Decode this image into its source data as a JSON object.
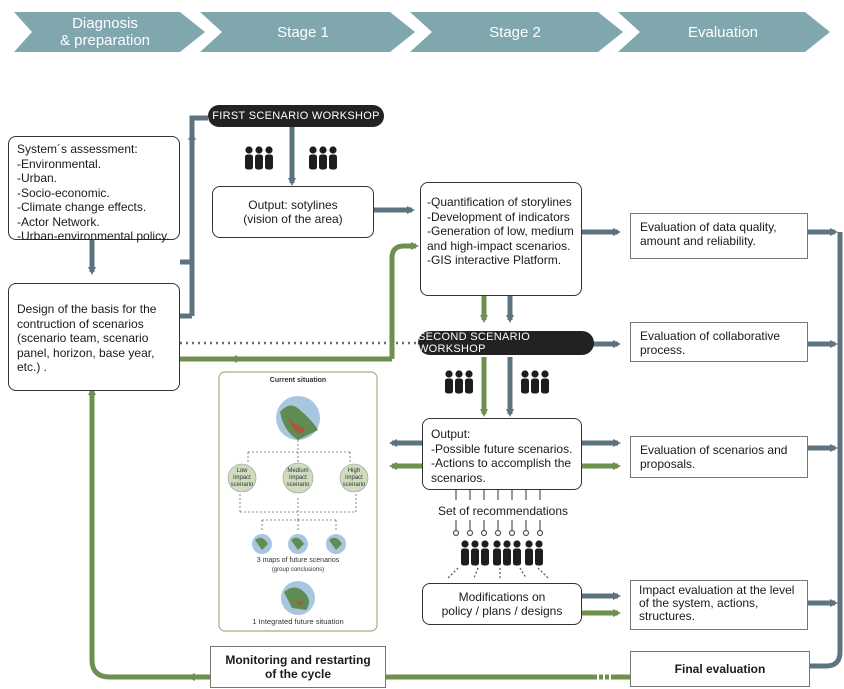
{
  "stages": [
    "Diagnosis\n& preparation",
    "Stage 1",
    "Stage 2",
    "Evaluation"
  ],
  "workshops": {
    "first": "FIRST SCENARIO WORKSHOP",
    "second": "SECOND SCENARIO WORKSHOP"
  },
  "system_assessment": [
    "System´s assessment:",
    "-Environmental.",
    "-Urban.",
    "-Socio-economic.",
    "-Climate change effects.",
    "-Actor Network.",
    "-Urban-environmental policy."
  ],
  "design_basis": [
    "Design of the basis for the",
    "contruction of scenarios",
    "(scenario team, scenario",
    "panel, horizon, base year,",
    "etc.) ."
  ],
  "output_storylines": [
    "Output: sotylines",
    "(vision of the area)"
  ],
  "quantification": [
    "-Quantification of storylines",
    "-Development of indicators",
    "-Generation of low, medium",
    "and high-impact scenarios.",
    "-GIS interactive Platform."
  ],
  "output_scenarios": [
    "Output:",
    "-Possible future scenarios.",
    "-Actions to accomplish the",
    "scenarios."
  ],
  "set_of_recommendations": "Set of recommendations",
  "modifications": [
    "Modifications on",
    "policy / plans / designs"
  ],
  "evaluations": {
    "data_quality": [
      "Evaluation of data quality,",
      "amount and reliability."
    ],
    "collaborative": [
      "Evaluation of collaborative",
      "process."
    ],
    "scenarios": [
      "Evaluation of scenarios and",
      "proposals."
    ],
    "impact": [
      "Impact evaluation at the level",
      "of the system, actions,",
      "structures."
    ],
    "final": "Final evaluation"
  },
  "monitoring": [
    "Monitoring and restarting",
    "of the cycle"
  ],
  "inset": {
    "title": "Current situation",
    "low": "Low impact scenario",
    "medium": "Medium impact scenario",
    "high": "High impact scenario",
    "maps": "3 maps of future scenarios",
    "maps_sub": "(group conclusions)",
    "integrated": "1 Integrated future situation"
  },
  "colors": {
    "arrow_band": "#7fa7ad",
    "slate": "#5d7480",
    "green": "#6f8f4e",
    "pill": "#222222"
  },
  "icons": [
    "people-group-icon"
  ]
}
